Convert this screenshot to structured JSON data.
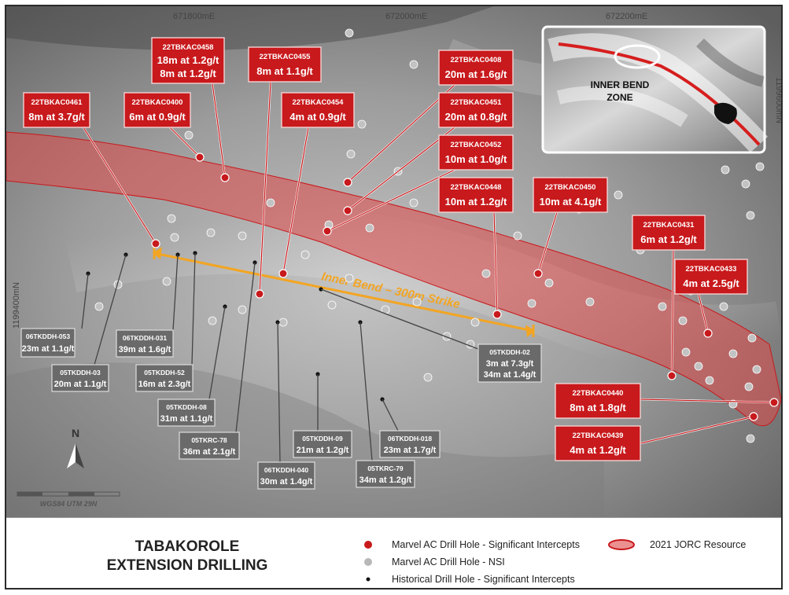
{
  "title": {
    "line1": "TABAKOROLE",
    "line2": "EXTENSION DRILLING"
  },
  "coords": {
    "top": [
      "671800mE",
      "672000mE",
      "672200mE"
    ],
    "left": "1199400mN",
    "right": "1199600mN"
  },
  "strike_label": "Inner Bend – 300m Strike",
  "inset": {
    "label_line1": "INNER BEND",
    "label_line2": "ZONE"
  },
  "north_label": "N",
  "scale_label": "WGS84 UTM 29N",
  "legend": {
    "marvel_sig": "Marvel AC Drill Hole - Significant Intercepts",
    "marvel_nsi": "Marvel AC Drill Hole - NSI",
    "historical_sig": "Historical Drill Hole - Significant Intercepts",
    "resource": "2021 JORC Resource"
  },
  "colors": {
    "red": "#c8191c",
    "grey_label": "#6a6a6a",
    "strike": "#f3a522",
    "resource_fill": "#e04848"
  },
  "marvel_labels": [
    {
      "id": "22TBKAC0461",
      "values": [
        "8m at 3.7g/t"
      ]
    },
    {
      "id": "22TBKAC0400",
      "values": [
        "6m at 0.9g/t"
      ]
    },
    {
      "id": "22TBKAC0458",
      "values": [
        "18m at 1.2g/t",
        "8m at 1.2g/t"
      ]
    },
    {
      "id": "22TBKAC0455",
      "values": [
        "8m at 1.1g/t"
      ]
    },
    {
      "id": "22TBKAC0454",
      "values": [
        "4m at 0.9g/t"
      ]
    },
    {
      "id": "22TBKAC0408",
      "values": [
        "20m at 1.6g/t"
      ]
    },
    {
      "id": "22TBKAC0451",
      "values": [
        "20m at 0.8g/t"
      ]
    },
    {
      "id": "22TBKAC0452",
      "values": [
        "10m at 1.0g/t"
      ]
    },
    {
      "id": "22TBKAC0448",
      "values": [
        "10m at 1.2g/t"
      ]
    },
    {
      "id": "22TBKAC0450",
      "values": [
        "10m at 4.1g/t"
      ]
    },
    {
      "id": "22TBKAC0431",
      "values": [
        "6m at 1.2g/t"
      ]
    },
    {
      "id": "22TBKAC0433",
      "values": [
        "4m at 2.5g/t"
      ]
    },
    {
      "id": "22TBKAC0440",
      "values": [
        "8m at 1.8g/t"
      ]
    },
    {
      "id": "22TBKAC0439",
      "values": [
        "4m at 1.2g/t"
      ]
    }
  ],
  "historical_labels": [
    {
      "id": "06TKDDH-053",
      "values": [
        "23m at 1.1g/t"
      ]
    },
    {
      "id": "05TKDDH-03",
      "values": [
        "20m at 1.1g/t"
      ]
    },
    {
      "id": "06TKDDH-031",
      "values": [
        "39m at 1.6g/t"
      ]
    },
    {
      "id": "05TKDDH-52",
      "values": [
        "16m at 2.3g/t"
      ]
    },
    {
      "id": "05TKDDH-08",
      "values": [
        "31m at 1.1g/t"
      ]
    },
    {
      "id": "05TKRC-78",
      "values": [
        "36m at 2.1g/t"
      ]
    },
    {
      "id": "06TKDDH-040",
      "values": [
        "30m at 1.4g/t"
      ]
    },
    {
      "id": "05TKDDH-09",
      "values": [
        "21m at 1.2g/t"
      ]
    },
    {
      "id": "05TKRC-79",
      "values": [
        "34m at 1.2g/t"
      ]
    },
    {
      "id": "06TKDDH-018",
      "values": [
        "23m at 1.7g/t"
      ]
    },
    {
      "id": "05TKDDH-02",
      "values": [
        "3m at 7.3g/t",
        "34m at 1.4g/t"
      ]
    }
  ]
}
